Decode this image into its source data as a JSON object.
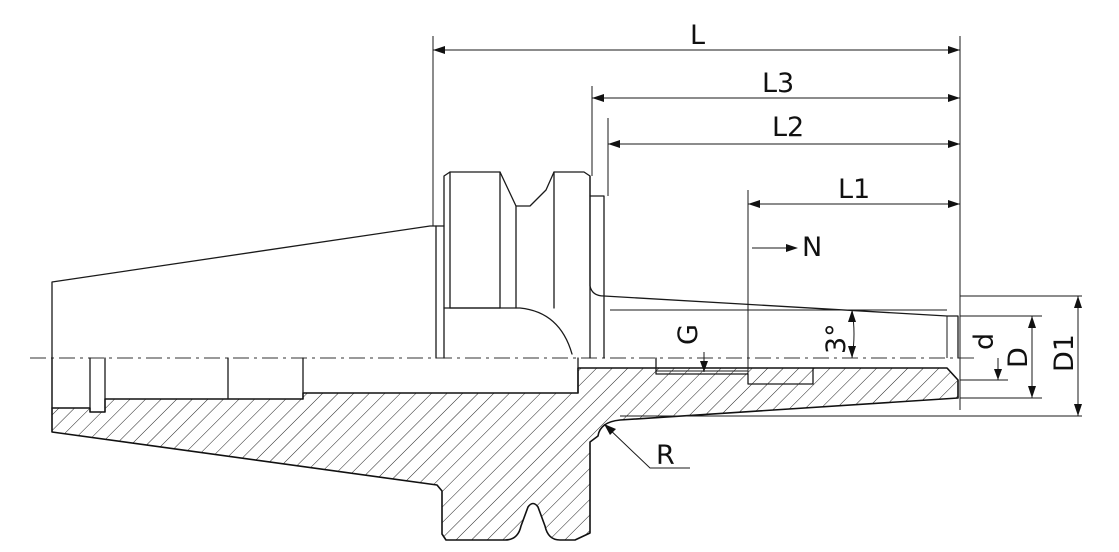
{
  "dimensions": {
    "L": "L",
    "L1": "L1",
    "L2": "L2",
    "L3": "L3",
    "N": "N",
    "G": "G",
    "angle": "3°",
    "d": "d",
    "D": "D",
    "D1": "D1",
    "R": "R"
  }
}
